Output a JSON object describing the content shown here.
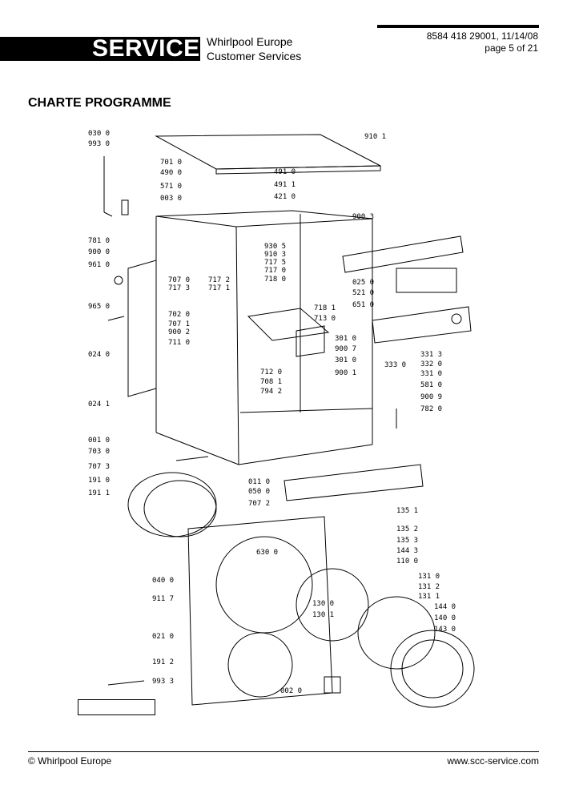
{
  "header": {
    "badge": "SERVICE",
    "company_line1": "Whirlpool Europe",
    "company_line2": "Customer Services",
    "doc_ref": "8584 418 29001, 11/14/08",
    "page": "page 5 of 21"
  },
  "section_title": "CHARTE PROGRAMME",
  "diagram": {
    "labels_left": [
      "030 0",
      "993 0",
      "701 0",
      "490 0",
      "571 0",
      "003 0",
      "781 0",
      "900 0",
      "961 0",
      "965 0",
      "707 0",
      "717 3",
      "702 0",
      "707 1",
      "900 2",
      "711 0",
      "024 0",
      "024 1",
      "001 0",
      "703 0",
      "707 3",
      "191 0",
      "191 1",
      "040 0",
      "911 7",
      "021 0",
      "191 2",
      "993 3",
      "002 0",
      "630 0"
    ],
    "labels_right": [
      "910 1",
      "491 0",
      "491 1",
      "421 0",
      "900 3",
      "930 5",
      "910 3",
      "717 5",
      "717 0",
      "718 0",
      "717 2",
      "717 1",
      "025 0",
      "521 0",
      "651 0",
      "718 1",
      "713 0",
      "301 0",
      "900 7",
      "301 0",
      "900 1",
      "333 0",
      "331 3",
      "332 0",
      "331 0",
      "581 0",
      "900 9",
      "782 0",
      "712 0",
      "708 1",
      "794 2",
      "011 0",
      "050 0",
      "707 2",
      "135 1",
      "135 2",
      "135 3",
      "144 3",
      "110 0",
      "131 0",
      "131 2",
      "131 1",
      "130 0",
      "130 1",
      "144 0",
      "140 0",
      "143 0"
    ]
  },
  "footer": {
    "copyright": "© Whirlpool Europe",
    "website": "www.scc-service.com"
  }
}
